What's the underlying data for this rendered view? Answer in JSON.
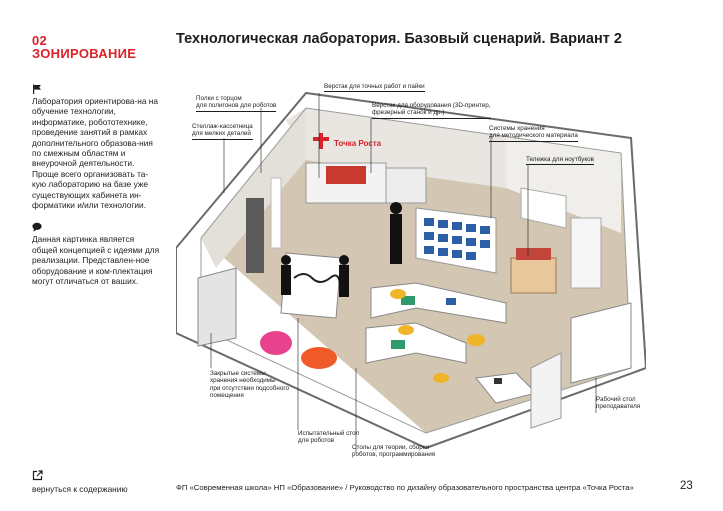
{
  "section": {
    "number": "02",
    "title": "ЗОНИРОВАНИЕ"
  },
  "page_title": "Технологическая лаборатория. Базовый сценарий. Вариант 2",
  "sidebar": {
    "paragraph_1": "Лаборатория ориентирова-на на обучение технологии, информатике, робототехнике, проведение занятий в рамках дополнительного образова-ния по смежным областям и внеурочной деятельности. Проще всего организовать та-кую лабораторию на базе уже существующих кабинета ин-форматики и/или технологии.",
    "paragraph_2": "Данная картинка является общей концепцией с идеями для реализации. Представлен-ное оборудование и ком-плектация могут отличаться от ваших.",
    "icon_1": "flag-icon",
    "icon_2": "speech-bubble-icon"
  },
  "illustration": {
    "brand_sign": "Точка Роста",
    "brand_color": "#d9222a",
    "labels": {
      "shelves_line1": "Полки с торцом",
      "shelves_line2": "для полигонов для роботов",
      "cassette_line1": "Стеллаж-кассетница",
      "cassette_line2": "для мелких деталей",
      "workbench_fine": "Верстак для точных работ и пайки",
      "workbench_equip_line1": "Верстак для оборудования (3D-принтер,",
      "workbench_equip_line2": "фрезерный станок и др.)",
      "storage_line1": "Системы хранения",
      "storage_line2": "для методического материала",
      "laptop_cart": "Тележка для ноутбуков",
      "closed_storage_line1": "Закрытые системы",
      "closed_storage_line2": "хранения необходимы",
      "closed_storage_line3": "при отсутствии подсобного",
      "closed_storage_line4": "помещения",
      "test_table_line1": "Испытательный стол",
      "test_table_line2": "для роботов",
      "theory_tables_line1": "Столы для теории, сборки",
      "theory_tables_line2": "роботов, программирования",
      "teacher_desk_line1": "Рабочий стол",
      "teacher_desk_line2": "преподавателя"
    }
  },
  "footer": {
    "back_link": "вернуться к содержанию",
    "back_icon": "external-link-icon",
    "source": "ФП «Современная школа» НП «Образование» / Руководство по дизайну образовательного пространства центра «Точка Роста»",
    "page_number": "23"
  }
}
